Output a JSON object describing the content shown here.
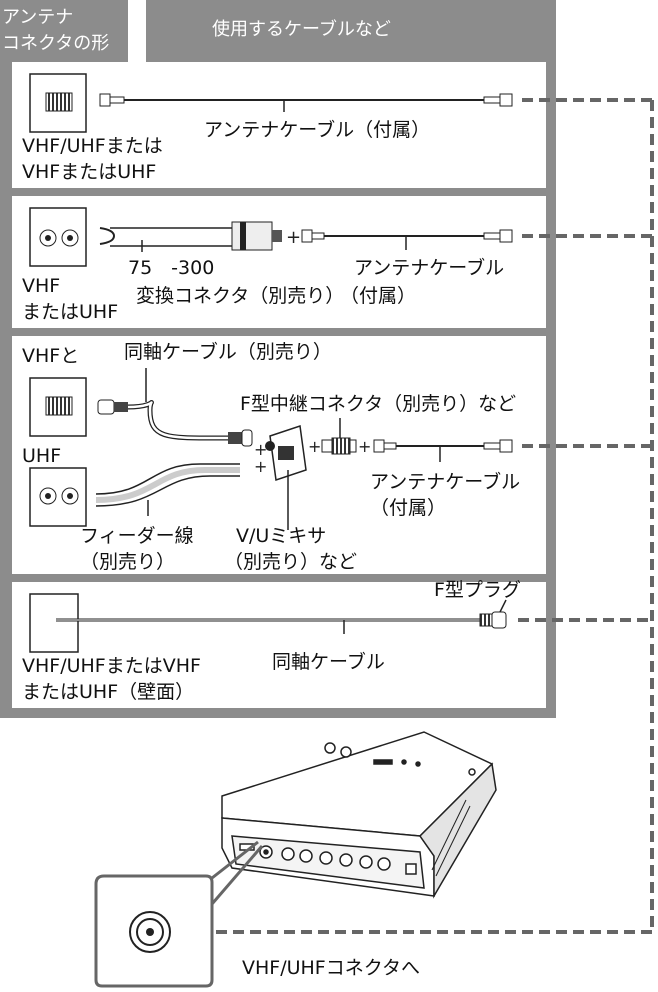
{
  "header": {
    "col1_line1": "アンテナ",
    "col1_line2": "コネクタの形",
    "col2": "使用するケーブルなど"
  },
  "rows": [
    {
      "jack_label_1": "VHF/UHFまたは",
      "jack_label_2": "VHFまたはUHF",
      "cable_label": "アンテナケーブル（付属）"
    },
    {
      "jack_label_1": "VHF",
      "jack_label_2": "またはUHF",
      "converter_label_1": "75　-300",
      "converter_label_2": "変換コネクタ（別売り）",
      "cable_label_1": "アンテナケーブル",
      "cable_label_2": "（付属）"
    },
    {
      "vhf_label": "VHFと",
      "uhf_label": "UHF",
      "coax_label": "同軸ケーブル（別売り）",
      "f_connector_label": "F型中継コネクタ（別売り）など",
      "cable_label_1": "アンテナケーブル",
      "cable_label_2": "（付属）",
      "feeder_label_1": "フィーダー線",
      "feeder_label_2": "（別売り）",
      "mixer_label_1": "V/Uミキサ",
      "mixer_label_2": "（別売り）など"
    },
    {
      "plug_label": "F型プラグ",
      "wall_label_1": "VHF/UHFまたはVHF",
      "wall_label_2": "またはUHF（壁面）",
      "coax_label": "同軸ケーブル"
    }
  ],
  "device": {
    "connector_label": "VHF/UHFコネクタへ"
  },
  "colors": {
    "frame": "#8c8c8c",
    "dash": "#666666",
    "line": "#222222"
  }
}
